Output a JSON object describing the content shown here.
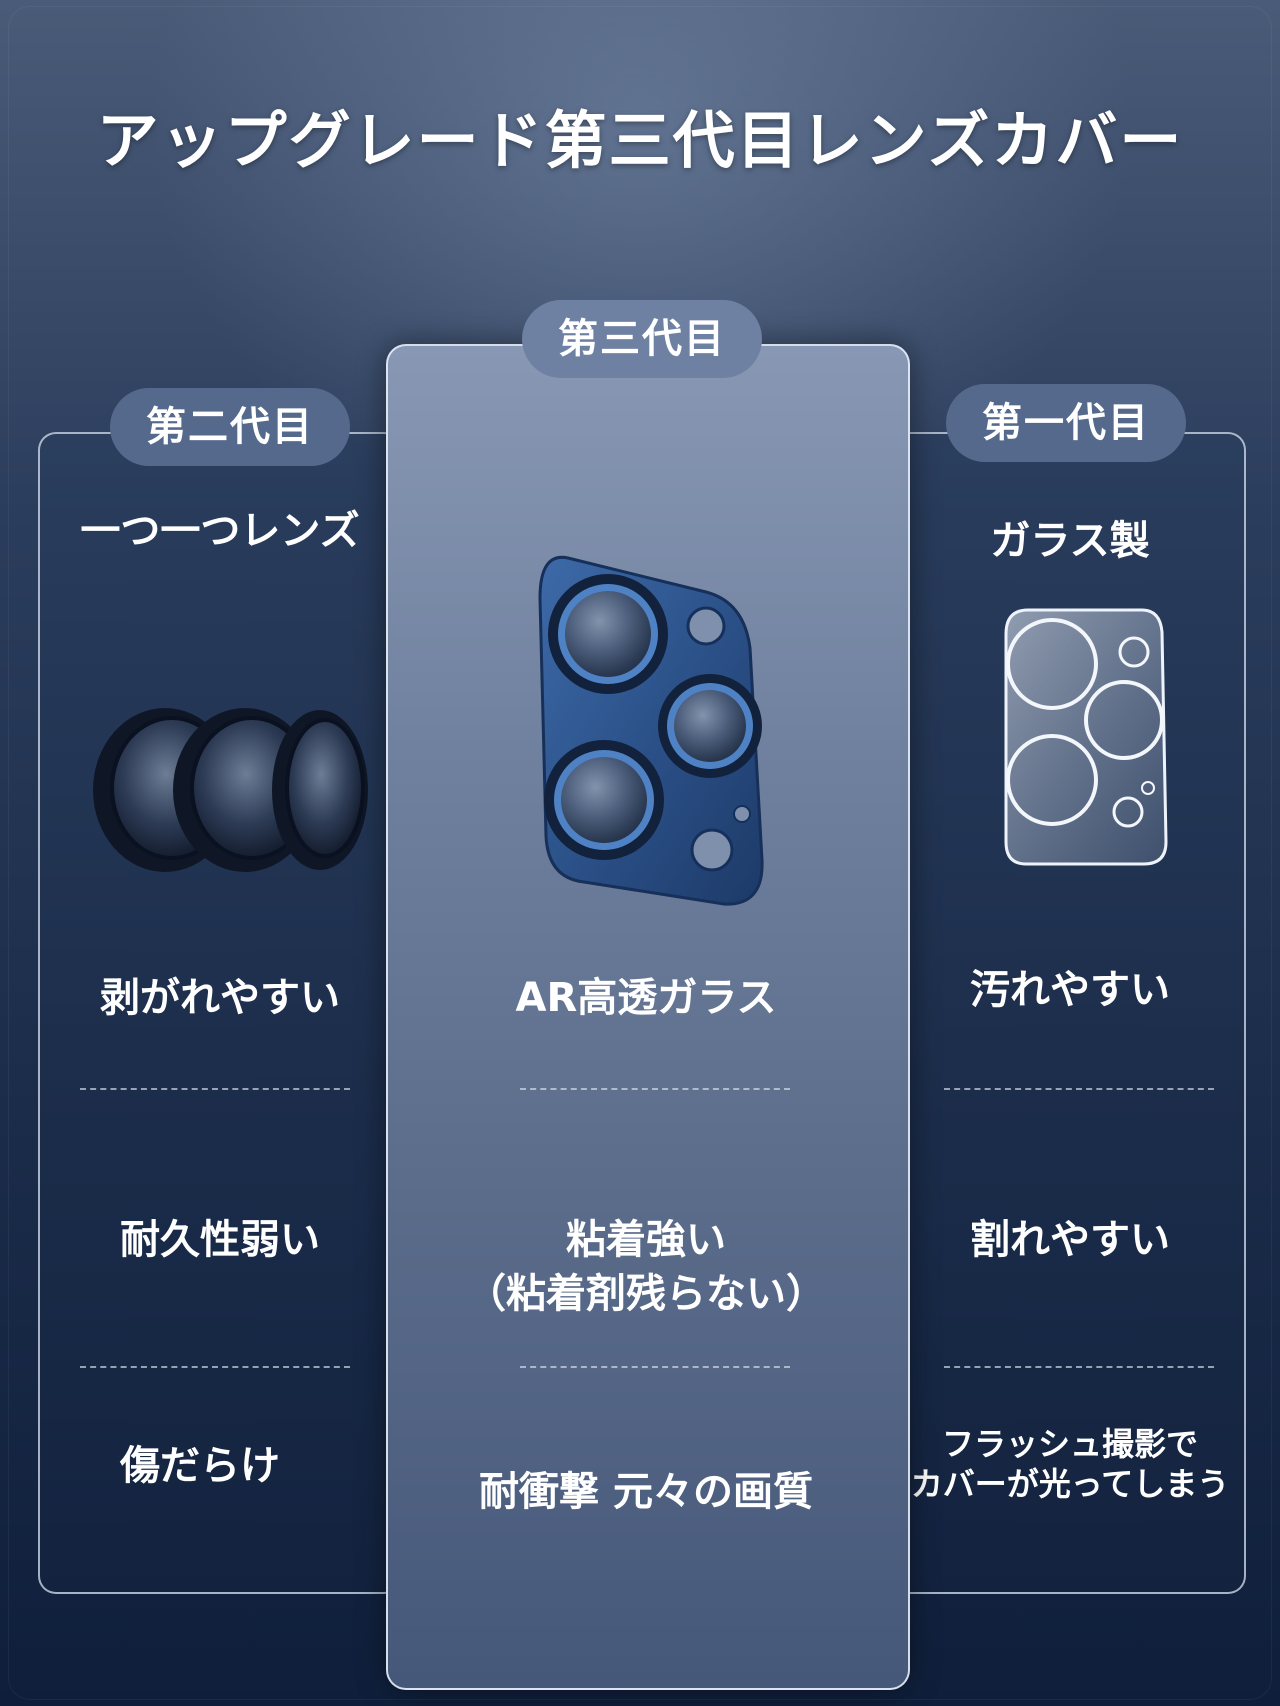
{
  "headline": "アップグレード第三代目レンズカバー",
  "columns": {
    "left": {
      "generation": "第二代目",
      "subtitle": "一つ一つレンズ",
      "features": [
        "剥がれやすい",
        "耐久性弱い",
        "傷だらけ"
      ]
    },
    "center": {
      "generation": "第三代目",
      "features": [
        "AR高透ガラス",
        "粘着強い",
        "（粘着剤残らない）",
        "耐衝撃 元々の画質"
      ]
    },
    "right": {
      "generation": "第一代目",
      "subtitle": "ガラス製",
      "features": [
        "汚れやすい",
        "割れやすい",
        "フラッシュ撮影で",
        "カバーが光ってしまう"
      ]
    }
  },
  "colors": {
    "background_top": "#4a5b78",
    "background_bottom": "#0f1f3b",
    "center_panel": "#70819f",
    "pill": "#55698c",
    "text": "#ffffff"
  }
}
